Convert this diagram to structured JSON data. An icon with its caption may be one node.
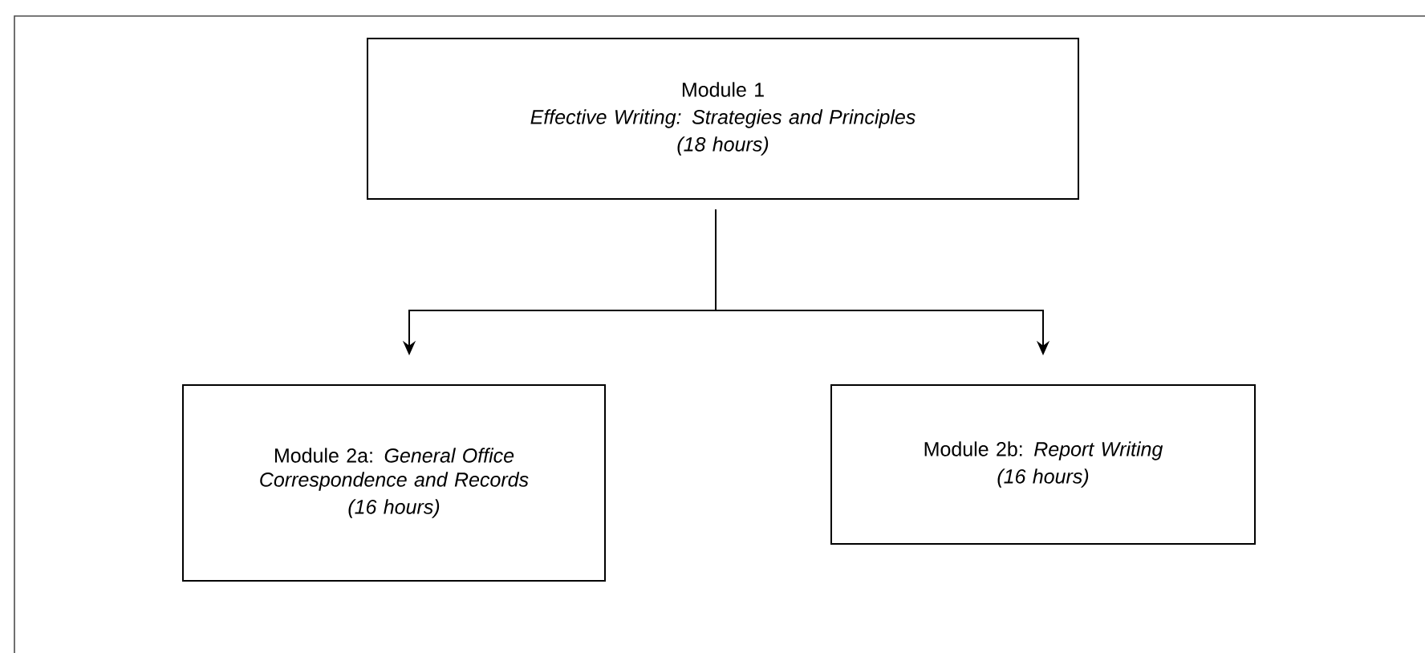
{
  "diagram": {
    "nodes": [
      {
        "text": [
          "Module 1",
          "Effective Writing: Strategies and Principles",
          "(18 hours)"
        ]
      },
      {
        "text": [
          "Module 2a: *General Office Correspondence and Records*",
          "(16 hours)"
        ]
      },
      {
        "text": [
          "Module 2b: *Report Writing*",
          "(16 hours)"
        ]
      }
    ],
    "edges": [
      {
        "from": 0,
        "to": 1,
        "arrow": "to"
      },
      {
        "from": 0,
        "to": 2,
        "arrow": "to"
      }
    ]
  }
}
